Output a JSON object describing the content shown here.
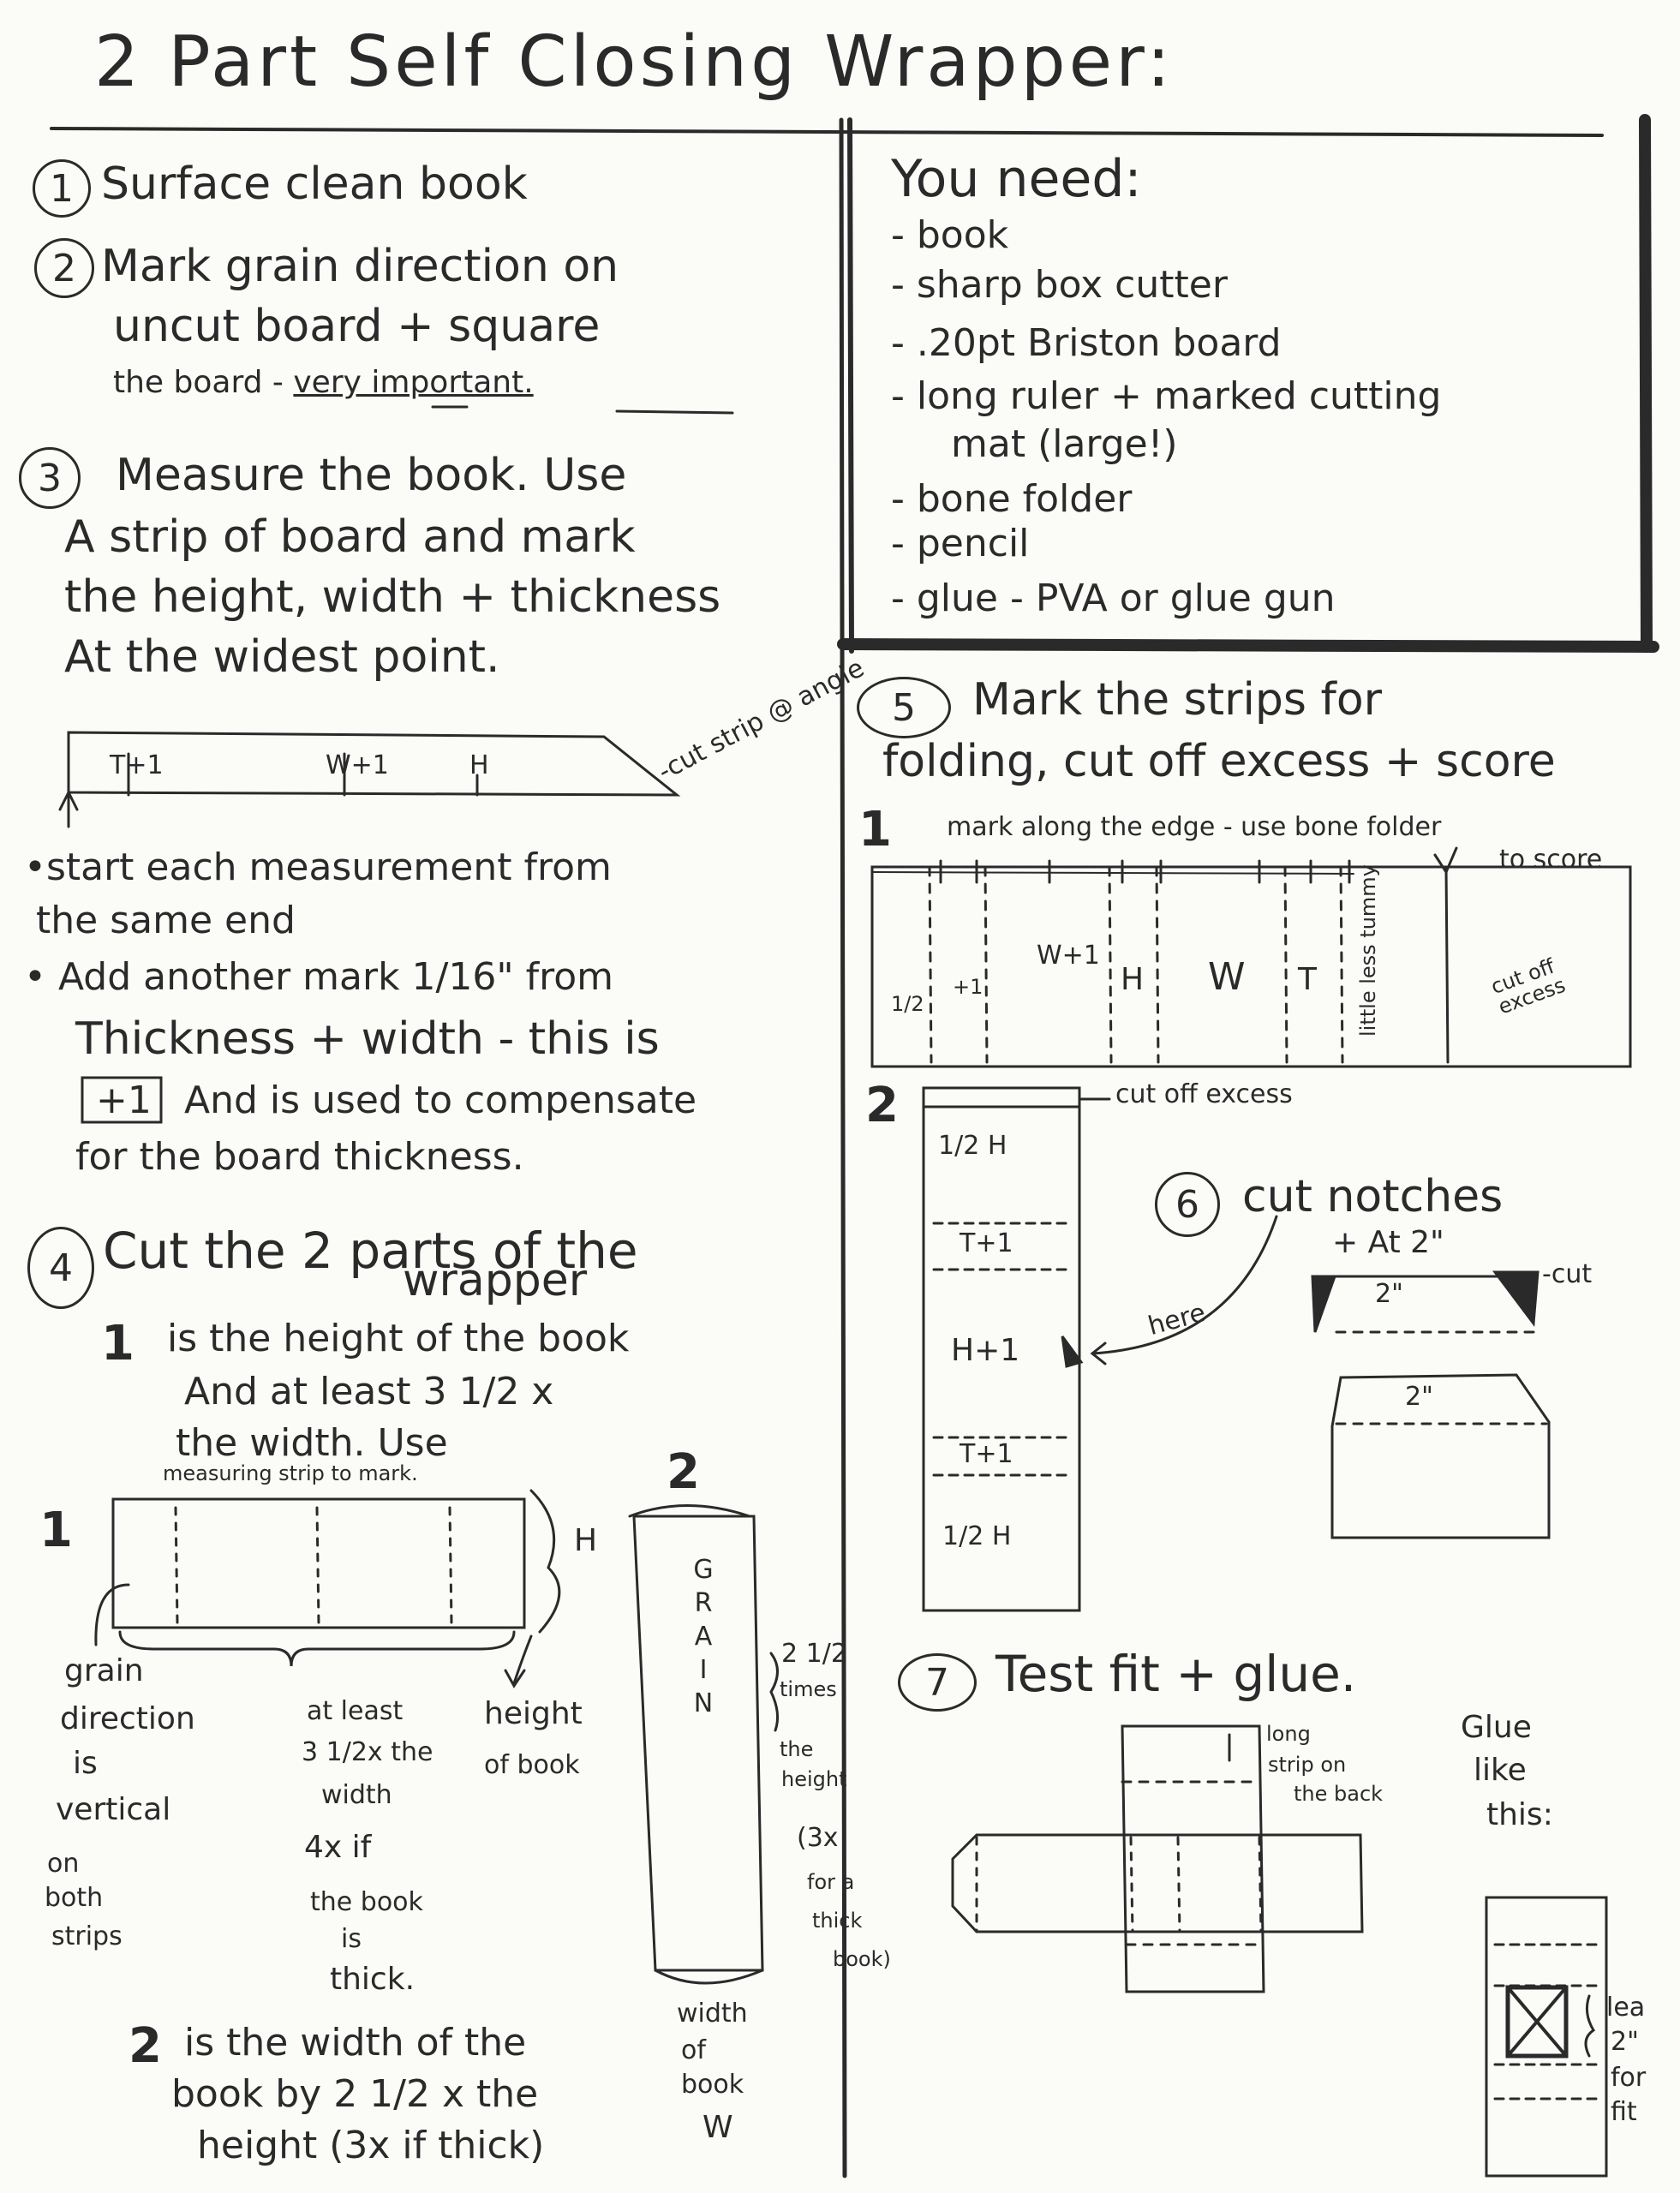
{
  "title": "2 Part Self Closing Wrapper:",
  "needs": {
    "heading": "You need:",
    "items": [
      "- book",
      "- sharp box cutter",
      "- .20pt Briston board",
      "- long ruler + marked cutting",
      "mat (large!)",
      "- bone folder",
      "- pencil",
      "- glue - PVA or glue gun"
    ]
  },
  "step1": {
    "num": "1",
    "text": "Surface clean book"
  },
  "step2": {
    "num": "2",
    "line1": "Mark grain direction on",
    "line2": "uncut board + square",
    "line3a": "the board -",
    "line3b": "very important."
  },
  "step3": {
    "num": "3",
    "lines": [
      "Measure the book. Use",
      "A strip of board and mark",
      "the height, width + thickness",
      "At the widest point."
    ],
    "strip": {
      "t": "T+1",
      "w": "W+1",
      "h": "H",
      "note": "-cut strip @ angle"
    },
    "bullet1a": "•start each measurement from",
    "bullet1b": "the same end",
    "bullet2a": "• Add another mark 1/16\" from",
    "bullet2b": "Thickness + width - this is",
    "box": "+1",
    "bullet2c": "And is used to compensate",
    "bullet2d": "for the board thickness."
  },
  "step4": {
    "num": "4",
    "line1": "Cut the 2 parts of the",
    "line2": "wrapper",
    "p1num": "1",
    "p1a": "is the height of the book",
    "p1b": "And at least 3 1/2 x",
    "p1c": "the width. Use",
    "p1d": "measuring strip to mark.",
    "d1label": "1",
    "d1h": "H",
    "grain": [
      "grain",
      "direction",
      "is",
      "vertical",
      "on",
      "both",
      "strips"
    ],
    "least": [
      "at least",
      "3 1/2x the",
      "width",
      "4x if",
      "the book",
      "is",
      "thick."
    ],
    "heightof": [
      "height",
      "of book"
    ],
    "d2label": "2",
    "grainword": "GRAIN",
    "times": [
      "2 1/2",
      "times",
      "the",
      "height",
      "(3x",
      "for a",
      "thick",
      "book)"
    ],
    "widthof": [
      "width",
      "of",
      "book",
      "W"
    ],
    "p2num": "2",
    "p2a": "is the width of the",
    "p2b": "book by 2 1/2 x the",
    "p2c": "height (3x if thick)"
  },
  "step5": {
    "num": "5",
    "line1": "Mark the strips for",
    "line2": "folding, cut off excess + score",
    "s1num": "1",
    "s1note": "mark along the edge - use bone folder",
    "s1note2": "to score",
    "strip1": [
      "1/2",
      "+1",
      "W+1",
      "H",
      "W",
      "T",
      "little less tummy",
      "cut off excess"
    ],
    "s2num": "2",
    "s2note": "cut off excess",
    "strip2": [
      "1/2 H",
      "T+1",
      "H+1",
      "T+1",
      "1/2 H"
    ]
  },
  "step6": {
    "num": "6",
    "line1": "cut notches",
    "line2": "+ At 2\"",
    "cut": "-cut",
    "two1": "2\"",
    "two2": "2\"",
    "here": "here"
  },
  "step7": {
    "num": "7",
    "line1": "Test fit + glue.",
    "longstrip": [
      "long",
      "strip on",
      "the back"
    ],
    "gluelike": [
      "Glue",
      "like",
      "this:"
    ],
    "leave": [
      "lea",
      "2\"",
      "for",
      "fit"
    ]
  }
}
